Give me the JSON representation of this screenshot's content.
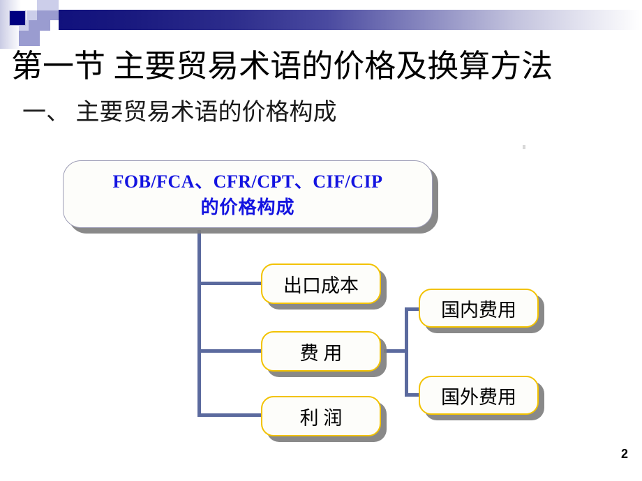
{
  "slide": {
    "title": "第一节 主要贸易术语的价格及换算方法",
    "subtitle": "一、 主要贸易术语的价格构成",
    "page_number": "2"
  },
  "colors": {
    "title_text": "#000000",
    "root_node_text": "#1414e0",
    "node_border_yellow": "#f2c200",
    "root_node_border": "#9c9cb5",
    "connector_line": "#5b6a9e",
    "shadow": "#7f7f7f",
    "header_bar_start": "#11117d",
    "header_bar_end": "#ffffff",
    "deco_square_dark": "#000080",
    "deco_square_medium": "#9a9cd0",
    "deco_square_pale": "#ccceea"
  },
  "diagram": {
    "root": {
      "line1": "FOB/FCA、CFR/CPT、CIF/CIP",
      "line2": "的价格构成"
    },
    "nodes": [
      {
        "id": "export-cost",
        "label": "出口成本"
      },
      {
        "id": "fees",
        "label": "费  用"
      },
      {
        "id": "profit",
        "label": "利  润"
      },
      {
        "id": "domestic-fees",
        "label": "国内费用"
      },
      {
        "id": "overseas-fees",
        "label": "国外费用"
      }
    ]
  }
}
